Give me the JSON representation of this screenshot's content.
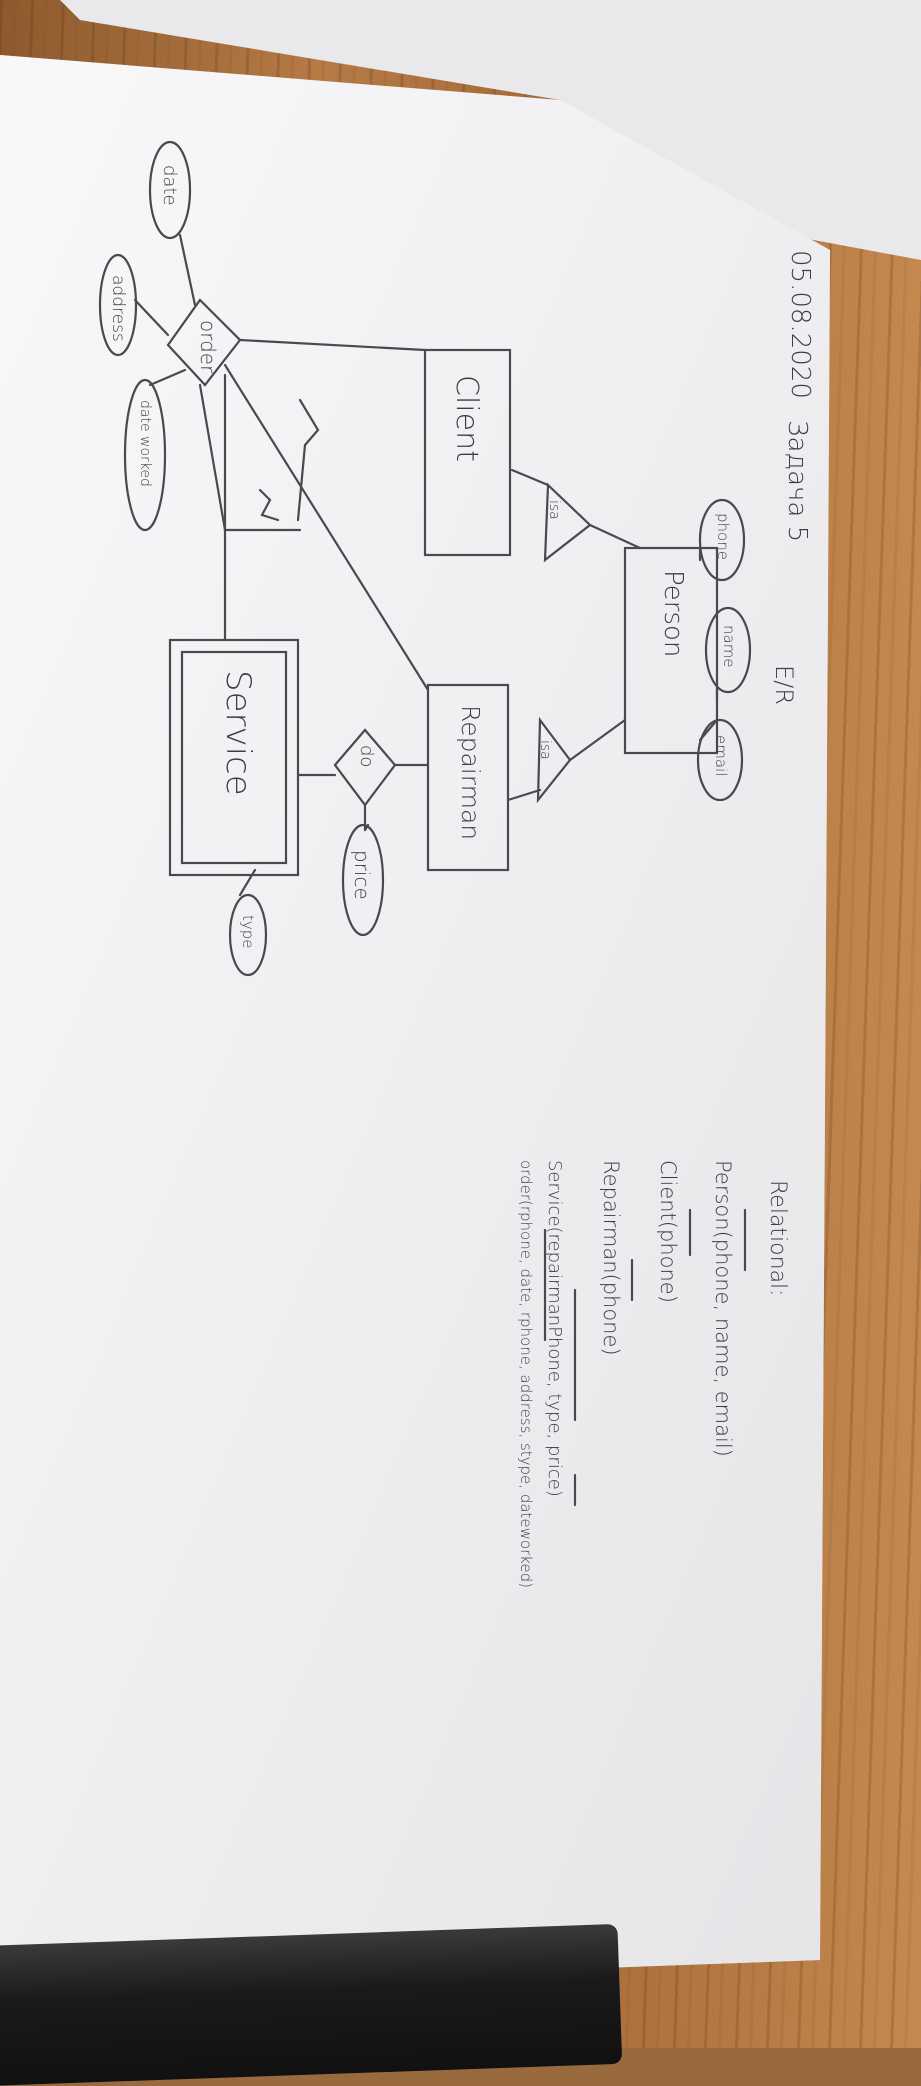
{
  "header": {
    "date": "05.08.2020",
    "task": "Задача 5",
    "section_er": "E/R"
  },
  "er_diagram": {
    "entities": {
      "person": "Person",
      "client": "Client",
      "repairman": "Repairman",
      "service": "Service"
    },
    "relationships": {
      "isa_client": "isa",
      "isa_repairman": "isa",
      "order": "order",
      "do": "do"
    },
    "attributes": {
      "phone": "phone",
      "name": "name",
      "email": "email",
      "price": "price",
      "type": "type",
      "date": "date",
      "address": "address",
      "date_worked": "date worked"
    }
  },
  "relational": {
    "heading": "Relational:",
    "lines": [
      "Person(phone, name, email)",
      "Client(phone)",
      "Repairman(phone)",
      "Service(repairmanPhone, type, price)",
      "order(rphone, date, rphone, address, stype, dateworked)"
    ]
  },
  "colors": {
    "ink": "#3f3c45",
    "paper": "#f3f3f5",
    "desk": "#a66b38"
  }
}
